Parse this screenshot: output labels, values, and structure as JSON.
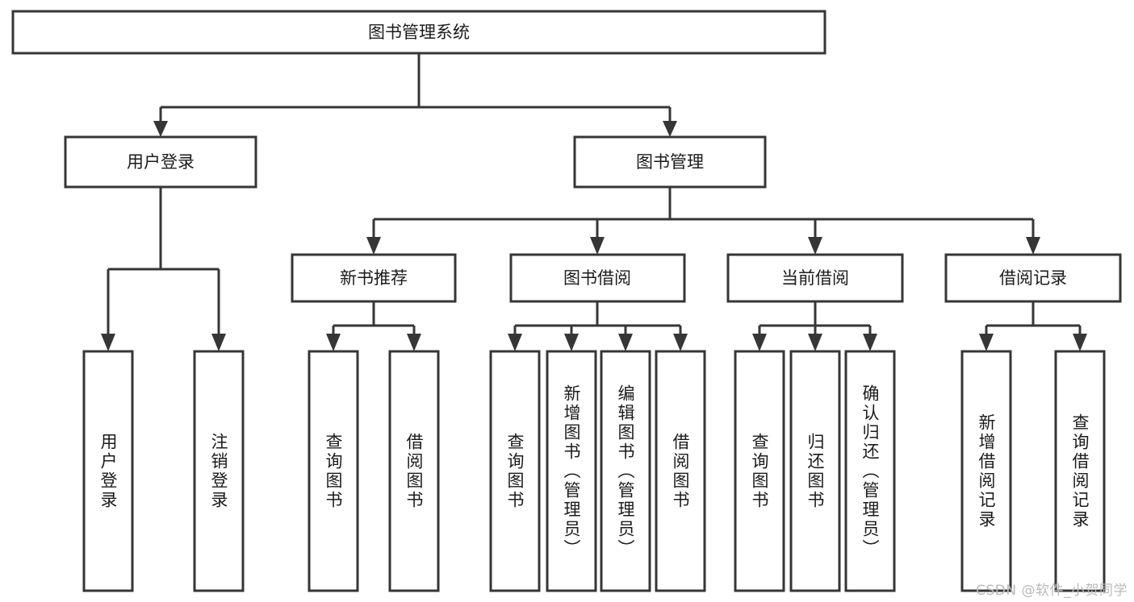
{
  "diagram": {
    "type": "hierarchy-tree",
    "title": "图书管理系统",
    "watermark": "CSDN @软件_小贺同学",
    "colors": {
      "stroke": "#363636",
      "fill": "#ffffff",
      "text": "#1b1b1b",
      "watermark": "#b9b9b9"
    },
    "levels": {
      "root": {
        "label": "图书管理系统"
      },
      "level2": [
        {
          "label": "用户登录"
        },
        {
          "label": "图书管理"
        }
      ],
      "level3": [
        {
          "label": "新书推荐"
        },
        {
          "label": "图书借阅"
        },
        {
          "label": "当前借阅"
        },
        {
          "label": "借阅记录"
        }
      ]
    },
    "leaves": {
      "user_login": [
        {
          "label": "用户登录"
        },
        {
          "label": "注销登录"
        }
      ],
      "new_book_recommend": [
        {
          "label": "查询图书"
        },
        {
          "label": "借阅图书"
        }
      ],
      "book_borrow": [
        {
          "label": "查询图书"
        },
        {
          "label": "新增图书（管理员）"
        },
        {
          "label": "编辑图书（管理员）"
        },
        {
          "label": "借阅图书"
        }
      ],
      "current_borrow": [
        {
          "label": "查询图书"
        },
        {
          "label": "归还图书"
        },
        {
          "label": "确认归还（管理员）"
        }
      ],
      "borrow_record": [
        {
          "label": "新增借阅记录"
        },
        {
          "label": "查询借阅记录"
        }
      ]
    }
  }
}
